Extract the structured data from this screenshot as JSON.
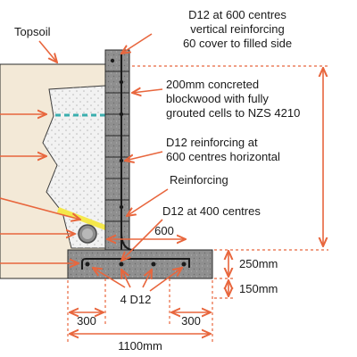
{
  "labels": {
    "topsoil": "Topsoil",
    "vertical_reinf": [
      "D12 at 600 centres",
      "vertical reinforcing",
      "60 cover to filled side"
    ],
    "blockwork": [
      "200mm concreted",
      "blockwood with fully",
      "grouted cells to NZS 4210"
    ],
    "horizontal_reinf": [
      "D12 reinforcing at",
      "600 centres horizontal"
    ],
    "reinforcing": "Reinforcing",
    "d12_400": "D12 at 400 centres",
    "heel_600": "600",
    "dim_250": "250mm",
    "dim_150": "150mm",
    "bars_4d12": "4 D12",
    "dim_300_left": "300",
    "dim_300_right": "300",
    "dim_1100": "1100mm"
  },
  "colors": {
    "accent": "#e8663d",
    "soil": "#f3e9d7",
    "backfill": "#ebebeb",
    "concrete": "#9a9a9a",
    "drain_strip": "#f5e84a",
    "teal": "#3aaeae"
  }
}
